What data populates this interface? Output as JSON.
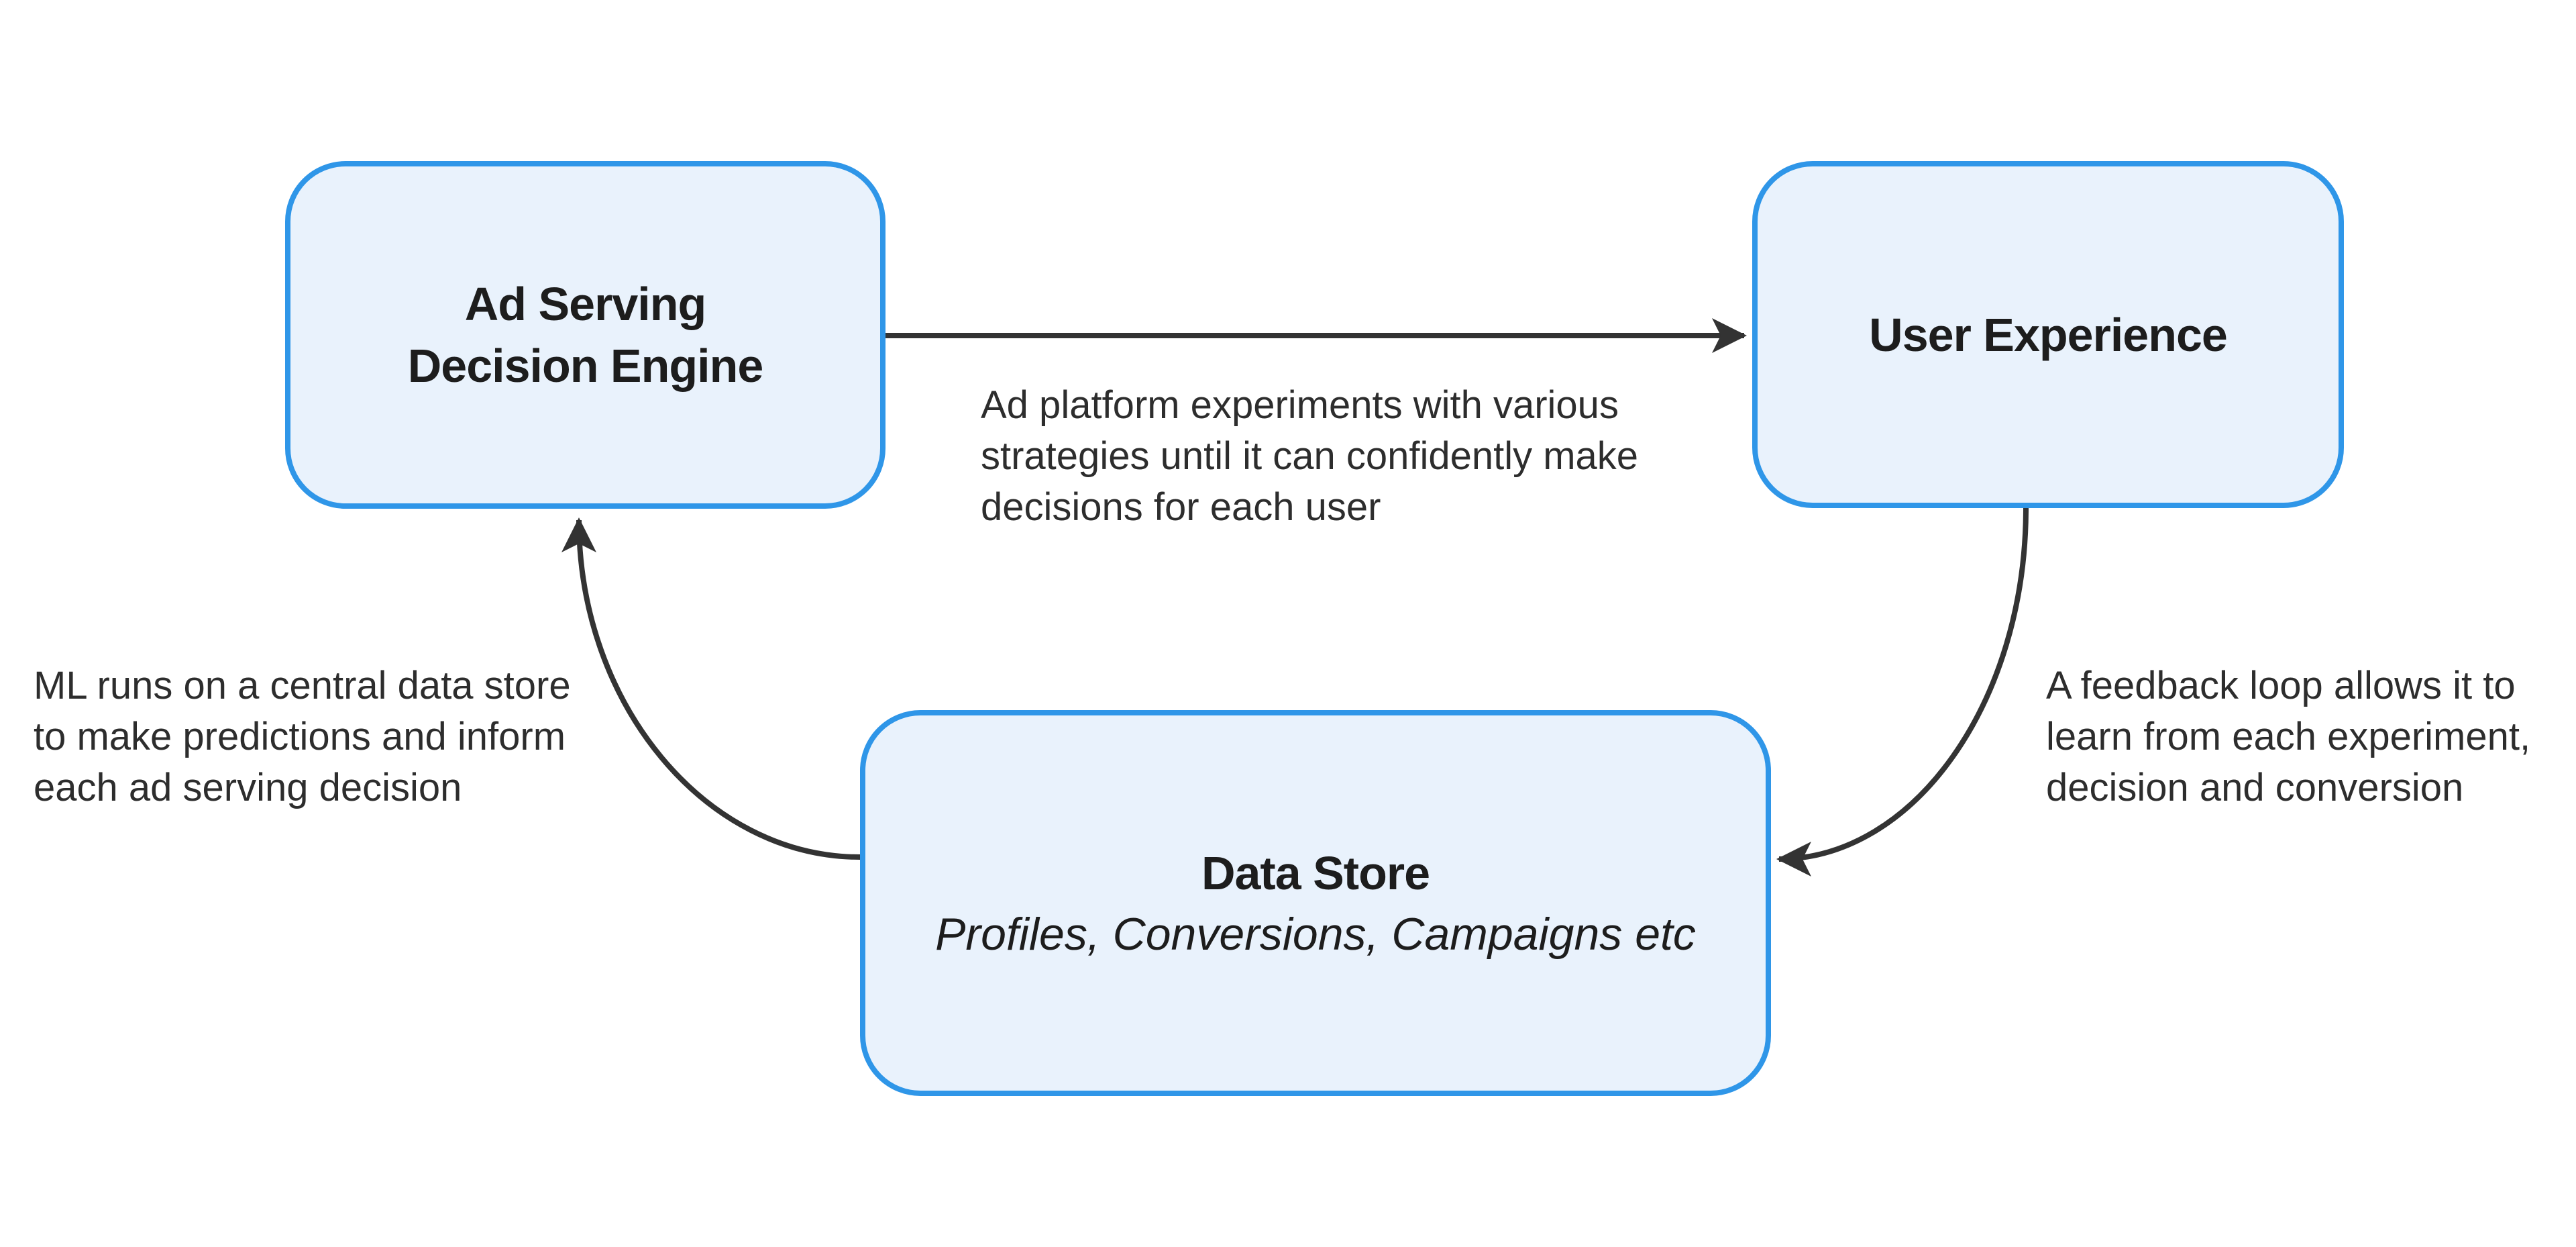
{
  "nodes": {
    "ad_serving": {
      "title_lines": [
        "Ad Serving",
        "Decision Engine"
      ]
    },
    "user_experience": {
      "title": "User Experience"
    },
    "data_store": {
      "title": "Data Store",
      "subtitle": "Profiles, Conversions, Campaigns etc"
    }
  },
  "annotations": {
    "experiment": {
      "lines": [
        "Ad platform experiments with various",
        "strategies until it can confidently make",
        "decisions for each user"
      ]
    },
    "feedback": {
      "lines": [
        "A feedback loop allows it to",
        "learn from each experiment,",
        "decision and conversion"
      ]
    },
    "ml": {
      "lines": [
        "ML runs on a central data store",
        "to make predictions and inform",
        "each ad serving decision"
      ]
    }
  },
  "colors": {
    "background": "#ffffff",
    "node_fill": "#e9f2fc",
    "node_border": "#2f96e8",
    "arrow": "#333333",
    "title_text": "#1d1d1d",
    "annotation_text": "#2d2d2d"
  }
}
